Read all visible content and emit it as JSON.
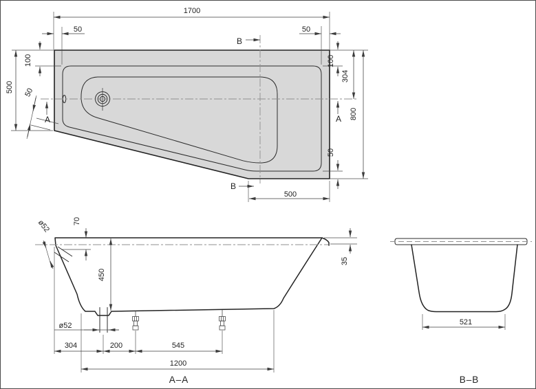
{
  "plan": {
    "overall_length": "1700",
    "rim_width_left": "50",
    "rim_width_top": "100",
    "left_end_width": "500",
    "rim_width_diagonal": "50",
    "section_a_label": "A",
    "rim_width_top_right": "50",
    "rim_width_right": "100",
    "drain_axis_from_back": "304",
    "overall_width": "800",
    "rim_width_bottom": "50",
    "foot_end_width": "500",
    "section_b_label": "B"
  },
  "section_aa": {
    "label": "A–A",
    "overflow_diameter": "ø52",
    "overflow_depth_from_rim": "70",
    "inner_depth": "450",
    "rim_edge_height": "35",
    "drain_diameter": "ø52",
    "drain_from_end": "304",
    "drain_to_first_foot": "200",
    "foot_spacing": "545",
    "floor_length": "1200"
  },
  "section_bb": {
    "label": "B–B",
    "floor_width": "521"
  },
  "colors": {
    "outline": "#222222",
    "dimension": "#3c3c3c",
    "centerline": "#8f8f8f",
    "tub_fill": "#d8d8d8",
    "background": "#ffffff"
  }
}
